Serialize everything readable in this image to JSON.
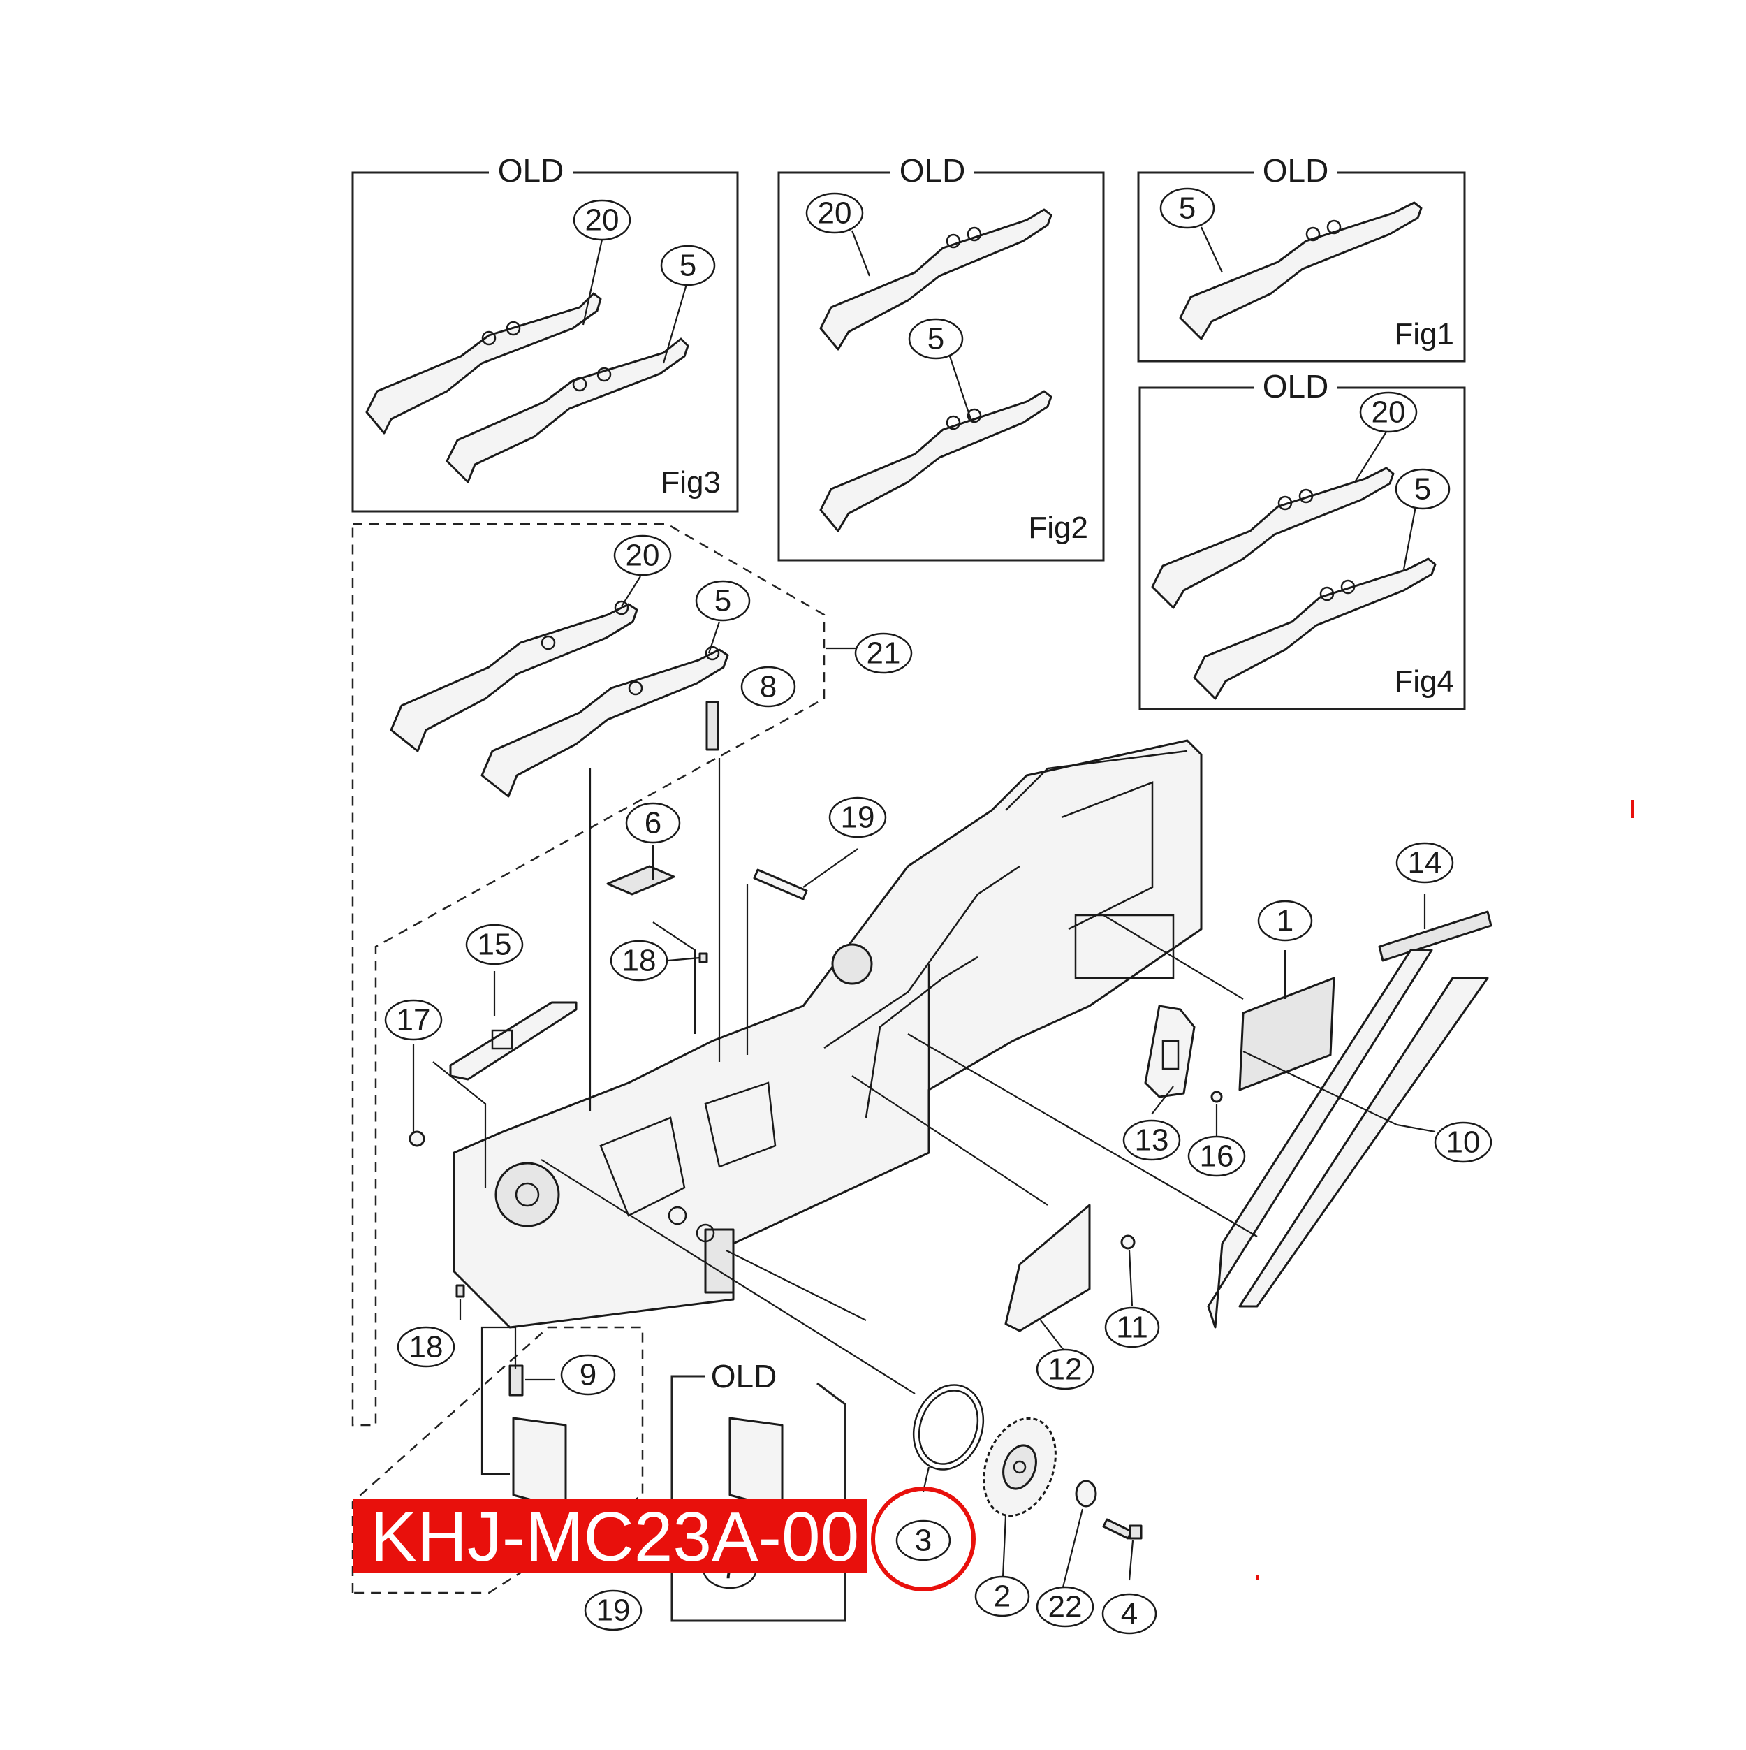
{
  "diagram": {
    "old_label": "OLD",
    "figures": [
      "Fig1",
      "Fig2",
      "Fig3",
      "Fig4"
    ],
    "part_code": "KHJ-MC23A-00",
    "highlighted_part": "3",
    "callouts": [
      "20",
      "5",
      "20",
      "5",
      "5",
      "20",
      "5",
      "20",
      "5",
      "21",
      "8",
      "19",
      "6",
      "18",
      "1",
      "14",
      "15",
      "17",
      "13",
      "16",
      "10",
      "11",
      "12",
      "18",
      "9",
      "3",
      "2",
      "22",
      "4",
      "7",
      "19"
    ],
    "colors": {
      "highlight": "#e8100c",
      "line": "#1a1a1a",
      "background": "#ffffff"
    }
  }
}
